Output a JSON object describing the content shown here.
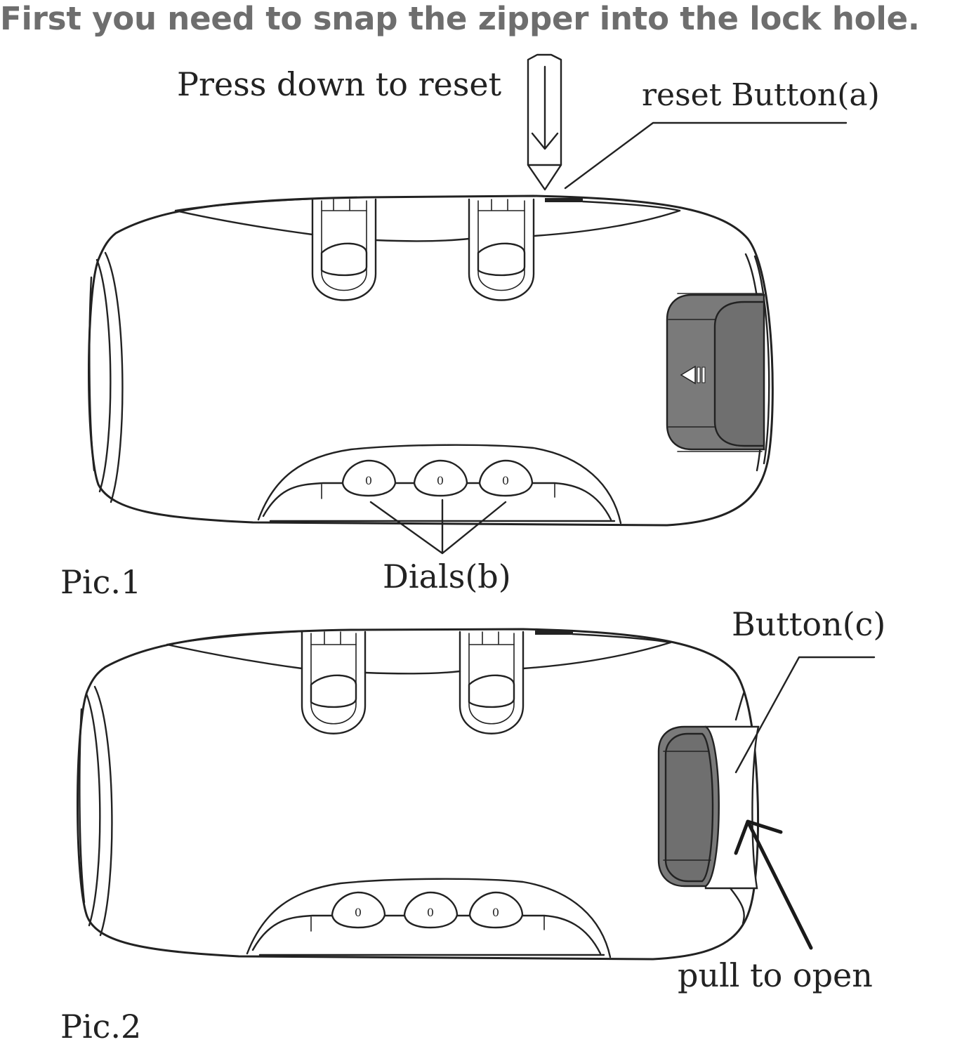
{
  "heading": "First you need to snap the zipper into the lock hole.",
  "labels": {
    "press_down": "Press down to reset",
    "reset_button": "reset Button(a)",
    "dials": "Dials(b)",
    "pic1": "Pic.1",
    "button_c": "Button(c)",
    "pull_to_open": "pull to open",
    "pic2": "Pic.2"
  },
  "dial_digits": [
    "0",
    "0",
    "0"
  ],
  "colors": {
    "heading": "#6e6e6e",
    "line": "#222222",
    "button_fill": "#7a7a7a"
  }
}
